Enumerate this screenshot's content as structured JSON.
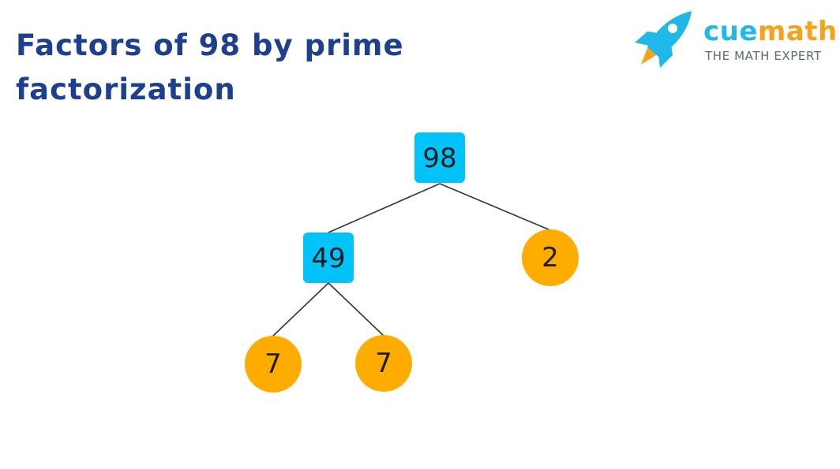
{
  "title": "Factors of 98 by prime factorization",
  "logo": {
    "brand_part1": "cue",
    "brand_part2": "math",
    "tagline": "THE MATH EXPERT",
    "icon": "rocket-icon"
  },
  "colors": {
    "title": "#1d3f8f",
    "composite_node": "#00c3f9",
    "prime_node": "#ffac00",
    "edge": "#333333",
    "brand_cue": "#1fb8e8",
    "brand_math": "#f7a21b"
  },
  "tree": {
    "root": "98",
    "level1": [
      "49",
      "2"
    ],
    "level2": [
      "7",
      "7"
    ]
  }
}
